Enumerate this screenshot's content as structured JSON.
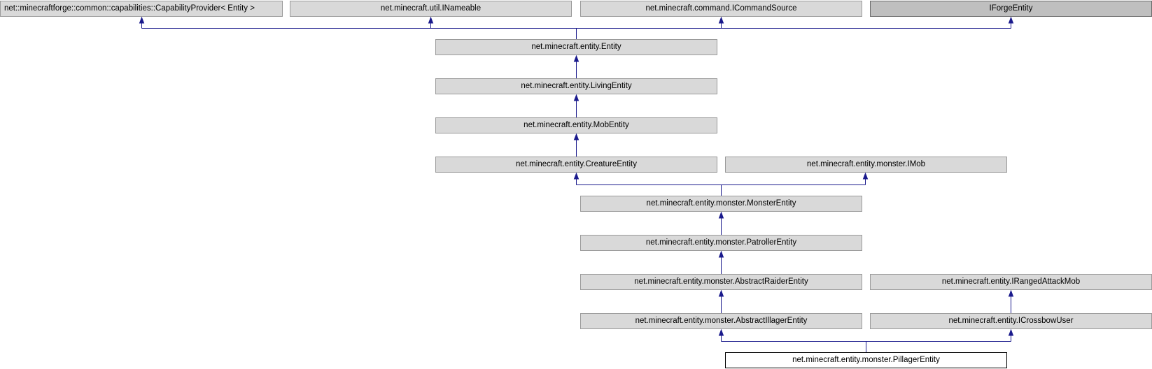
{
  "colors": {
    "node_fill": "#d9d9d9",
    "node_fill_external": "#bfbfbf",
    "current_fill": "#ffffff",
    "edge": "#1a1a8c"
  },
  "nodes": {
    "capability_provider": "net::minecraftforge::common::capabilities::CapabilityProvider< Entity >",
    "inameable": "net.minecraft.util.INameable",
    "icommand_source": "net.minecraft.command.ICommandSource",
    "iforge_entity": "IForgeEntity",
    "entity": "net.minecraft.entity.Entity",
    "living_entity": "net.minecraft.entity.LivingEntity",
    "mob_entity": "net.minecraft.entity.MobEntity",
    "creature_entity": "net.minecraft.entity.CreatureEntity",
    "imob": "net.minecraft.entity.monster.IMob",
    "monster_entity": "net.minecraft.entity.monster.MonsterEntity",
    "patroller_entity": "net.minecraft.entity.monster.PatrollerEntity",
    "abstract_raider_entity": "net.minecraft.entity.monster.AbstractRaiderEntity",
    "iranged_attack_mob": "net.minecraft.entity.IRangedAttackMob",
    "abstract_illager_entity": "net.minecraft.entity.monster.AbstractIllagerEntity",
    "icrossbow_user": "net.minecraft.entity.ICrossbowUser",
    "pillager_entity": "net.minecraft.entity.monster.PillagerEntity"
  }
}
